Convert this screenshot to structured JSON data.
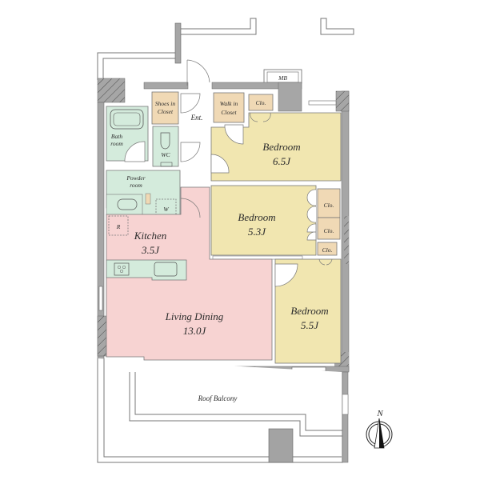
{
  "plan": {
    "colors": {
      "wall": "#a6a6a6",
      "wall_stroke": "#5e5e5e",
      "bedroom": "#f1e6b0",
      "living": "#f7d3d2",
      "wet": "#d4ebdc",
      "closet": "#f0d9b5",
      "outline": "#6f6f6f"
    },
    "rooms": {
      "shoes_closet": {
        "line1": "Shoes in",
        "line2": "Closet"
      },
      "entrance": "Ent.",
      "walk_in_closet": {
        "line1": "Walk in",
        "line2": "Closet"
      },
      "clo_top": "Clo.",
      "mb": "MB",
      "bathroom": {
        "line1": "Bath",
        "line2": "room"
      },
      "wc": "WC",
      "powder_room": {
        "line1": "Powder",
        "line2": "room"
      },
      "washer": "W",
      "refrigerator": "R",
      "bedroom1": {
        "name": "Bedroom",
        "size": "6.5J"
      },
      "bedroom2": {
        "name": "Bedroom",
        "size": "5.3J"
      },
      "clo_b2_upper": "Clo.",
      "clo_b2_lower": "Clo.",
      "clo_b3": "Clo.",
      "kitchen": {
        "name": "Kitchen",
        "size": "3.5J"
      },
      "living_dining": {
        "name": "Living Dining",
        "size": "13.0J"
      },
      "bedroom3": {
        "name": "Bedroom",
        "size": "5.5J"
      },
      "roof_balcony": "Roof Balcony"
    },
    "compass": {
      "label": "N",
      "icon": "north-arrow-icon"
    }
  }
}
